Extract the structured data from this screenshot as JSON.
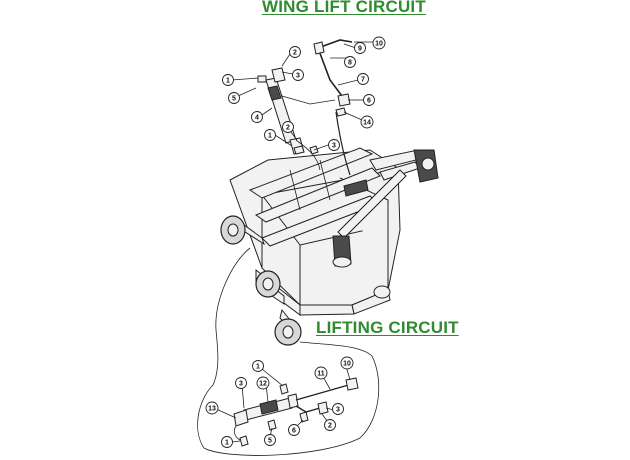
{
  "titles": {
    "wing_lift": "WING LIFT CIRCUIT",
    "lifting": "LIFTING CIRCUIT"
  },
  "wing_callouts": [
    "1",
    "2",
    "3",
    "4",
    "5",
    "1",
    "2",
    "3",
    "6",
    "7",
    "8",
    "9",
    "10",
    "14"
  ],
  "lift_callouts": [
    "1",
    "3",
    "12",
    "11",
    "10",
    "13",
    "3",
    "2",
    "1",
    "5",
    "6"
  ],
  "colors": {
    "title": "#2e8b2e",
    "line": "#222222"
  }
}
